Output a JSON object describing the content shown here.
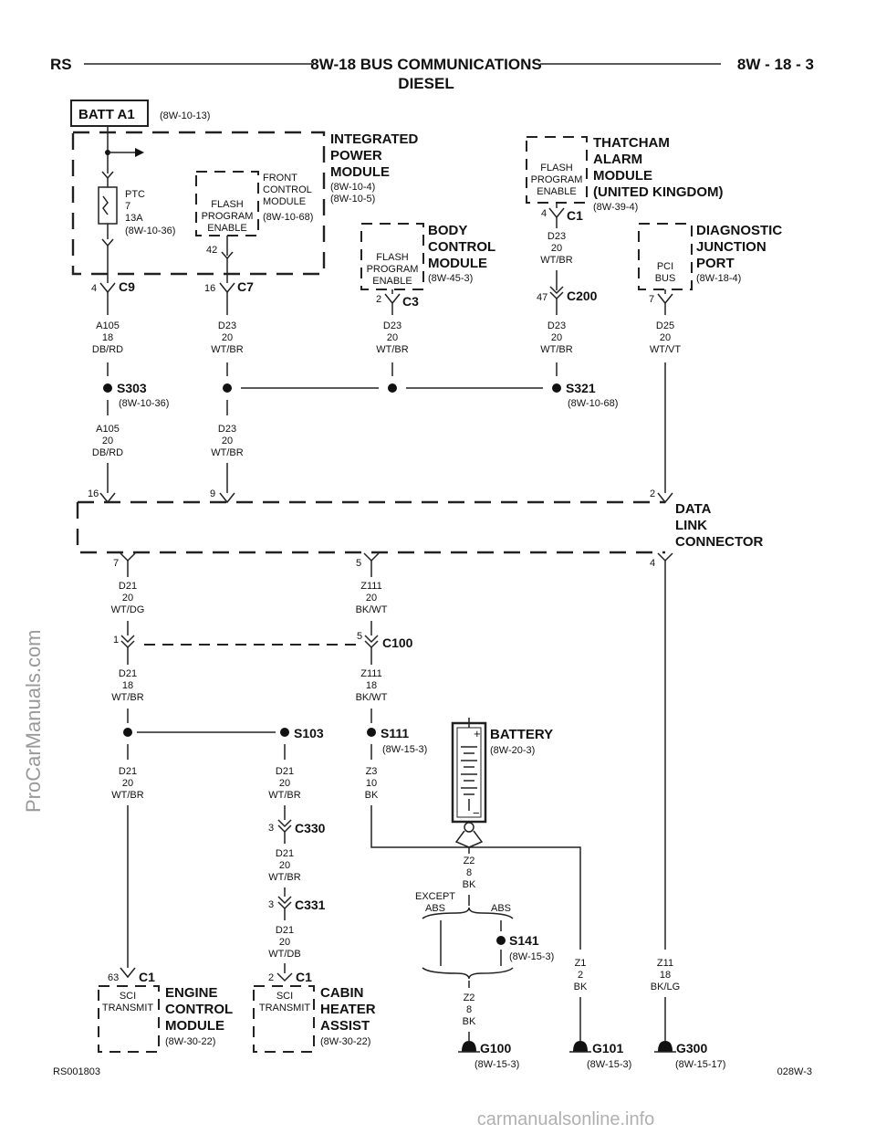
{
  "header": {
    "left": "RS",
    "title": "8W-18 BUS COMMUNICATIONS",
    "subtitle": "DIESEL",
    "right": "8W - 18 - 3"
  },
  "batt": {
    "label": "BATT A1",
    "ref": "(8W-10-13)"
  },
  "ipm": {
    "title": [
      "INTEGRATED",
      "POWER",
      "MODULE"
    ],
    "refs": [
      "(8W-10-4)",
      "(8W-10-5)"
    ],
    "ptc": [
      "PTC",
      "7",
      "13A",
      "(8W-10-36)"
    ],
    "fcm_flash": [
      "FLASH",
      "PROGRAM",
      "ENABLE"
    ],
    "fcm": [
      "FRONT",
      "CONTROL",
      "MODULE",
      "(8W-10-68)"
    ],
    "fcm_pin": "42",
    "c9_pin": "4",
    "c9": "C9",
    "c7_pin": "16",
    "c7": "C7"
  },
  "bcm": {
    "title": [
      "BODY",
      "CONTROL",
      "MODULE"
    ],
    "ref": "(8W-45-3)",
    "flash": [
      "FLASH",
      "PROGRAM",
      "ENABLE"
    ],
    "pin": "2",
    "con": "C3"
  },
  "tam": {
    "title": [
      "THATCHAM",
      "ALARM",
      "MODULE",
      "(UNITED KINGDOM)"
    ],
    "ref": "(8W-39-4)",
    "flash": [
      "FLASH",
      "PROGRAM",
      "ENABLE"
    ],
    "pin": "4",
    "con": "C1",
    "c200_pin": "47",
    "c200": "C200"
  },
  "djp": {
    "title": [
      "DIAGNOSTIC",
      "JUNCTION",
      "PORT"
    ],
    "ref": "(8W-18-4)",
    "inner": [
      "PCI",
      "BUS"
    ],
    "pin": "7"
  },
  "wires": {
    "a105_18": [
      "A105",
      "18",
      "DB/RD"
    ],
    "d23_c7": [
      "D23",
      "20",
      "WT/BR"
    ],
    "d23_bcm": [
      "D23",
      "20",
      "WT/BR"
    ],
    "d23_tam": [
      "D23",
      "20",
      "WT/BR"
    ],
    "d23_c200": [
      "D23",
      "20",
      "WT/BR"
    ],
    "d25": [
      "D25",
      "20",
      "WT/VT"
    ],
    "a105_20": [
      "A105",
      "20",
      "DB/RD"
    ],
    "d23_dlc": [
      "D23",
      "20",
      "WT/BR"
    ],
    "d21_dlc": [
      "D21",
      "20",
      "WT/DG"
    ],
    "z111_dlc": [
      "Z111",
      "20",
      "BK/WT"
    ],
    "d21_18": [
      "D21",
      "18",
      "WT/BR"
    ],
    "z111_18": [
      "Z111",
      "18",
      "BK/WT"
    ],
    "d21_ecm": [
      "D21",
      "20",
      "WT/BR"
    ],
    "d21_s103": [
      "D21",
      "20",
      "WT/BR"
    ],
    "z3": [
      "Z3",
      "10",
      "BK"
    ],
    "d21_c330": [
      "D21",
      "20",
      "WT/BR"
    ],
    "d21_c331": [
      "D21",
      "20",
      "WT/DB"
    ],
    "z2_top": [
      "Z2",
      "8",
      "BK"
    ],
    "z2_bot": [
      "Z2",
      "8",
      "BK"
    ],
    "z1": [
      "Z1",
      "2",
      "BK"
    ],
    "z11": [
      "Z11",
      "18",
      "BK/LG"
    ]
  },
  "splices": {
    "s303": "S303",
    "s303_ref": "(8W-10-36)",
    "s321": "S321",
    "s321_ref": "(8W-10-68)",
    "s103": "S103",
    "s111": "S111",
    "s111_ref": "(8W-15-3)",
    "s141": "S141",
    "s141_ref": "(8W-15-3)"
  },
  "dlc": {
    "title": [
      "DATA",
      "LINK",
      "CONNECTOR"
    ],
    "pins_top": [
      "16",
      "9",
      "2"
    ],
    "pins_bot": [
      "7",
      "5",
      "4"
    ]
  },
  "c100": {
    "pin_l": "1",
    "pin_r": "5",
    "label": "C100"
  },
  "c330": {
    "pin": "3",
    "label": "C330"
  },
  "c331": {
    "pin": "3",
    "label": "C331"
  },
  "battery": {
    "title": "BATTERY",
    "ref": "(8W-20-3)",
    "plus": "+",
    "minus": "−"
  },
  "abs": {
    "except": [
      "EXCEPT",
      "ABS"
    ],
    "abs": "ABS"
  },
  "ecm": {
    "pin": "63",
    "con": "C1",
    "inner": [
      "SCI",
      "TRANSMIT"
    ],
    "title": [
      "ENGINE",
      "CONTROL",
      "MODULE"
    ],
    "ref": "(8W-30-22)"
  },
  "cha": {
    "pin": "2",
    "con": "C1",
    "inner": [
      "SCI",
      "TRANSMIT"
    ],
    "title": [
      "CABIN",
      "HEATER",
      "ASSIST"
    ],
    "ref": "(8W-30-22)"
  },
  "grounds": {
    "g100": "G100",
    "g100_ref": "(8W-15-3)",
    "g101": "G101",
    "g101_ref": "(8W-15-3)",
    "g300": "G300",
    "g300_ref": "(8W-15-17)"
  },
  "footer": {
    "left": "RS001803",
    "right": "028W-3"
  },
  "watermarks": {
    "side": "ProCarManuals.com",
    "bottom": "carmanualsonline.info"
  }
}
